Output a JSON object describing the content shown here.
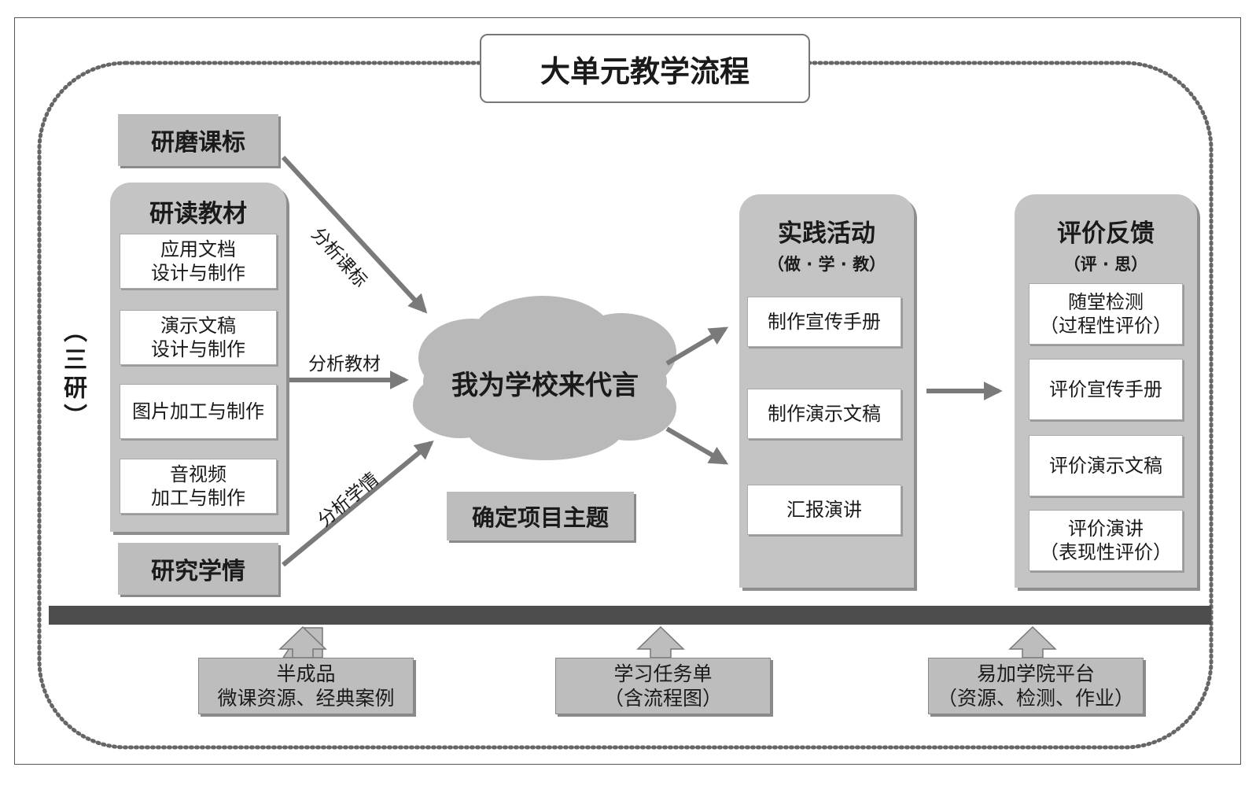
{
  "title": "大单元教学流程",
  "left_group": {
    "label": "（三研）",
    "top_box": "研磨课标",
    "textbook_panel": {
      "title": "研读教材",
      "items": [
        [
          "应用文档",
          "设计与制作"
        ],
        [
          "演示文稿",
          "设计与制作"
        ],
        [
          "图片加工与制作"
        ],
        [
          "音视频",
          "加工与制作"
        ]
      ]
    },
    "bottom_box": "研究学情"
  },
  "arrows": {
    "curriculum": "分析课标",
    "textbook": "分析教材",
    "students": "分析学情"
  },
  "center": {
    "cloud": "我为学校来代言",
    "topic_box": "确定项目主题"
  },
  "practice_panel": {
    "title": "实践活动",
    "subtitle": "（做 · 学 · 教）",
    "steps": [
      "制作宣传手册",
      "制作演示文稿",
      "汇报演讲"
    ]
  },
  "evaluation_panel": {
    "title": "评价反馈",
    "subtitle": "（评 · 思）",
    "items": [
      [
        "随堂检测",
        "（过程性评价）"
      ],
      [
        "评价宣传手册"
      ],
      [
        "评价演示文稿"
      ],
      [
        "评价演讲",
        "（表现性评价）"
      ]
    ]
  },
  "supports": [
    [
      "半成品",
      "微课资源、经典案例"
    ],
    [
      "学习任务单",
      "（含流程图）"
    ],
    [
      "易加学院平台",
      "（资源、检测、作业）"
    ]
  ]
}
